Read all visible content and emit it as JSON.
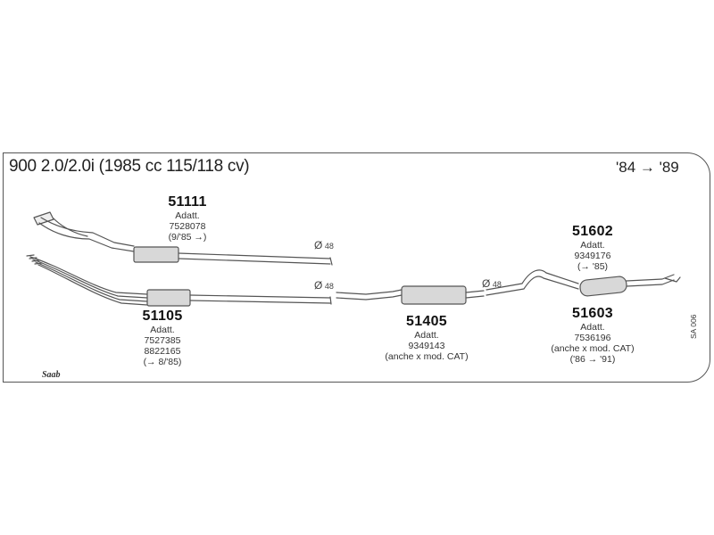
{
  "header": {
    "title": "900 2.0/2.0i (1985 cc 115/118 cv)",
    "years": "'84 → '89"
  },
  "parts": {
    "p51111": {
      "number": "51111",
      "lines": [
        "Adatt.",
        "7528078",
        "(9/'85 →)"
      ]
    },
    "p51105": {
      "number": "51105",
      "lines": [
        "Adatt.",
        "7527385",
        "8822165",
        "(→ 8/'85)"
      ]
    },
    "p51405": {
      "number": "51405",
      "lines": [
        "Adatt.",
        "9349143",
        "(anche x mod. CAT)"
      ]
    },
    "p51602": {
      "number": "51602",
      "lines": [
        "Adatt.",
        "9349176",
        "(→ '85)"
      ]
    },
    "p51603": {
      "number": "51603",
      "lines": [
        "Adatt.",
        "7536196",
        "(anche x mod. CAT)",
        "('86 → '91)"
      ]
    }
  },
  "diameters": {
    "d1": {
      "symbol": "Ø",
      "value": "48"
    },
    "d2": {
      "symbol": "Ø",
      "value": "48"
    },
    "d3": {
      "symbol": "Ø",
      "value": "48"
    }
  },
  "footer": {
    "code": "SA 006",
    "logo": "Saab"
  }
}
